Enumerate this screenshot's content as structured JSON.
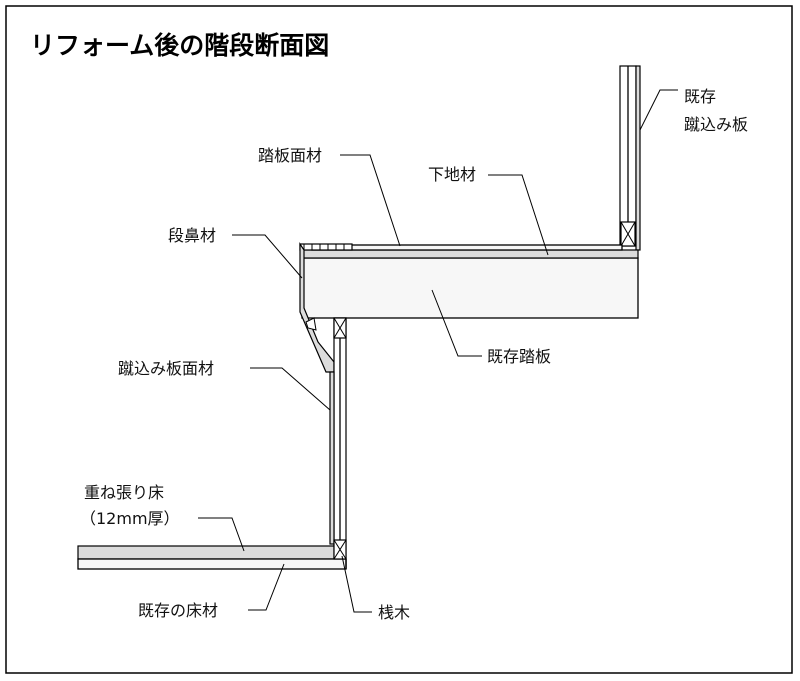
{
  "title": "リフォーム後の階段断面図",
  "labels": {
    "existing_riser_line1": "既存",
    "existing_riser_line2": "蹴込み板",
    "tread_face": "踏板面材",
    "base_material": "下地材",
    "nosing": "段鼻材",
    "existing_tread": "既存踏板",
    "riser_face": "蹴込み板面材",
    "overlay_floor_line1": "重ね張り床",
    "overlay_floor_line2": "（12mm厚）",
    "existing_floor": "既存の床材",
    "cleat": "桟木"
  }
}
